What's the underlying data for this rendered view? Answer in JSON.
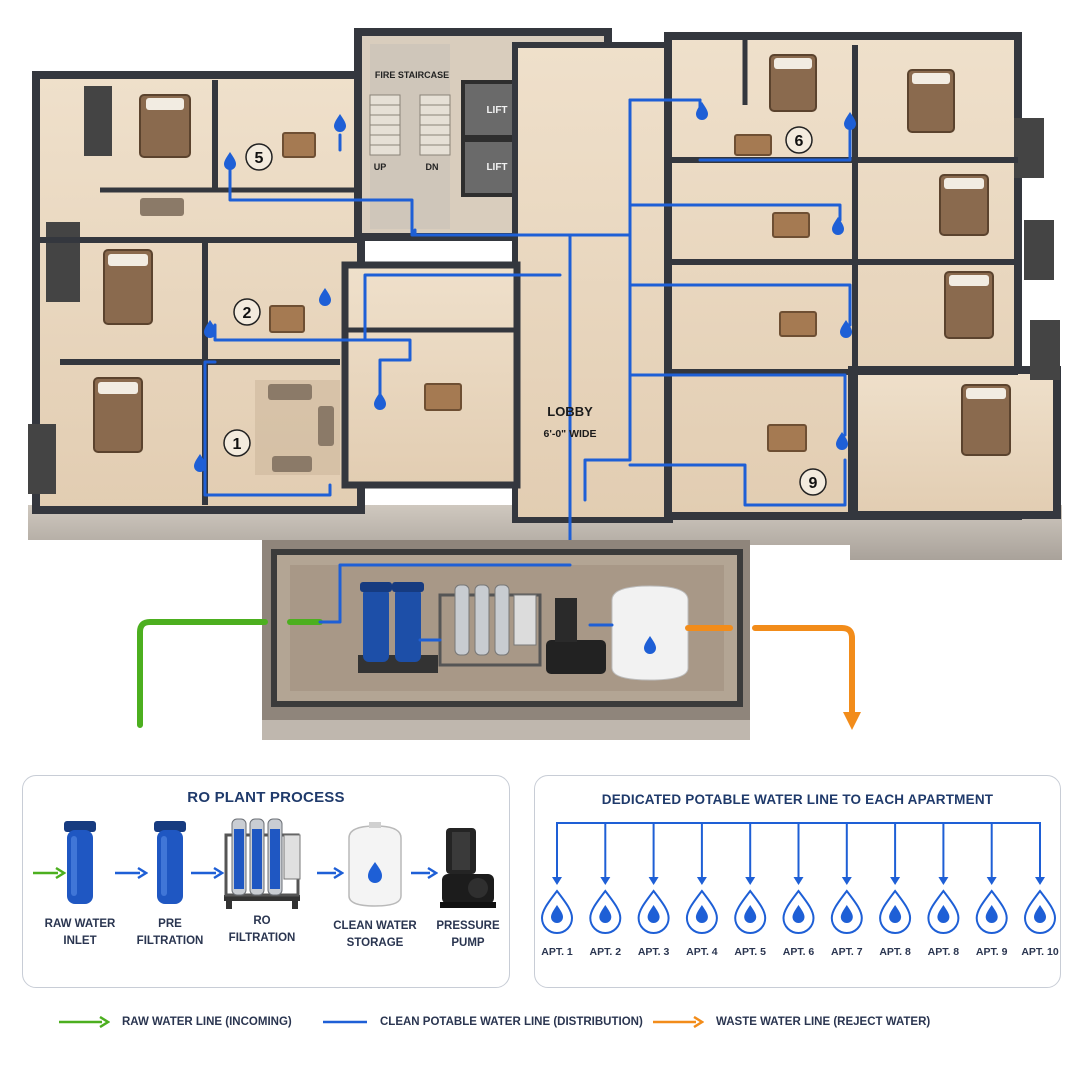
{
  "floorplan": {
    "fire_staircase": "FIRE STAIRCASE",
    "stair_up": "UP",
    "stair_dn": "DN",
    "lift_1": "LIFT",
    "lift_2": "LIFT",
    "lobby": "LOBBY",
    "lobby_width": "6'-0\" WIDE",
    "unit_numbers": [
      "5",
      "2",
      "1",
      "6",
      "9"
    ]
  },
  "process": {
    "title": "RO PLANT PROCESS",
    "steps": [
      {
        "label": "RAW WATER\nINLET",
        "icon": "filter-housing-icon"
      },
      {
        "label": "PRE\nFILTRATION",
        "icon": "filter-housing-icon"
      },
      {
        "label": "RO\nFILTRATION",
        "icon": "ro-membrane-rack-icon"
      },
      {
        "label": "CLEAN WATER\nSTORAGE",
        "icon": "storage-tank-icon"
      },
      {
        "label": "PRESSURE\nPUMP",
        "icon": "pump-icon"
      }
    ]
  },
  "distribution": {
    "title": "DEDICATED POTABLE WATER LINE TO EACH APARTMENT",
    "apartments": [
      "APT. 1",
      "APT. 2",
      "APT. 3",
      "APT. 4",
      "APT. 5",
      "APT. 6",
      "APT. 7",
      "APT. 8",
      "APT. 8",
      "APT. 9",
      "APT. 10"
    ]
  },
  "legend": [
    {
      "label": "RAW WATER LINE (INCOMING)",
      "color": "#4caf1f"
    },
    {
      "label": "CLEAN POTABLE WATER LINE (DISTRIBUTION)",
      "color": "#1e5fd6"
    },
    {
      "label": "WASTE WATER LINE (REJECT WATER)",
      "color": "#f28c1a"
    }
  ],
  "colors": {
    "raw": "#4caf1f",
    "clean": "#1e5fd6",
    "waste": "#f28c1a",
    "floor": "#e8d6bf",
    "wall": "#3a3d45",
    "furniture": "#7a5a3c"
  }
}
